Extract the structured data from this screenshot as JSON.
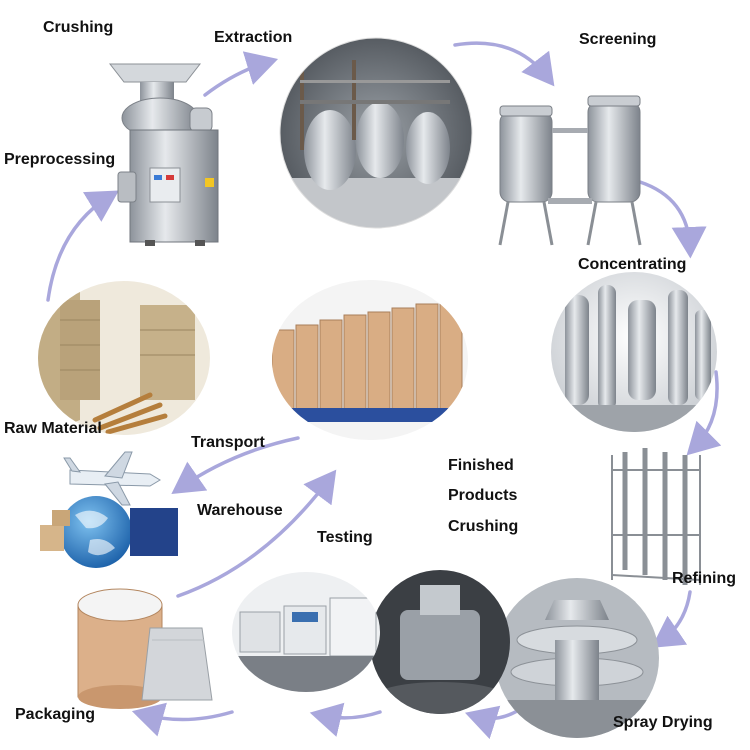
{
  "labels": {
    "crushing": "Crushing",
    "extraction": "Extraction",
    "screening": "Screening",
    "preprocessing": "Preprocessing",
    "concentrating": "Concentrating",
    "raw_material": "Raw Material",
    "transport": "Transport",
    "finished_products": "Finished",
    "finished_products_2": "Products",
    "finished_crushing": "Crushing",
    "warehouse": "Warehouse",
    "testing": "Testing",
    "refining": "Refining",
    "packaging": "Packaging",
    "spray_drying": "Spray Drying"
  },
  "colors": {
    "arrow": "#a9a7dc",
    "steel": "#b8bcc2",
    "drum": "#d9ad84",
    "bag": "#c9b48c",
    "globe": "#2f7fc7"
  }
}
